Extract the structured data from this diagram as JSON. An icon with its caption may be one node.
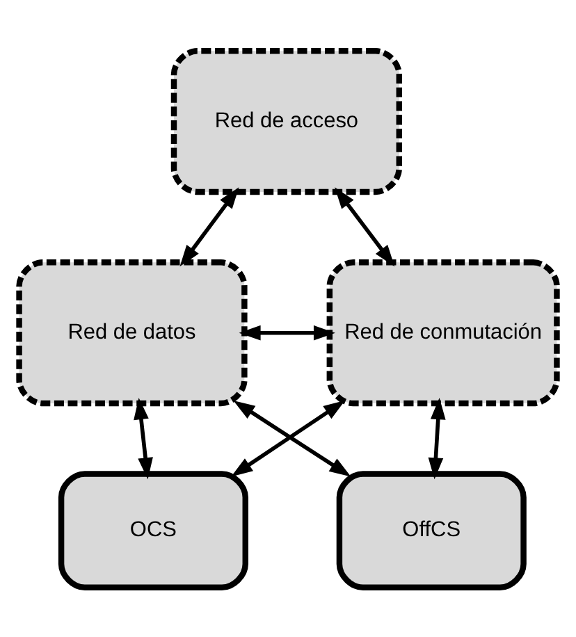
{
  "diagram": {
    "nodes": [
      {
        "text": [
          "Red de acceso"
        ]
      },
      {
        "text": [
          "Red de datos"
        ]
      },
      {
        "text": [
          "Red de conmutación"
        ]
      },
      {
        "text": [
          "OCS"
        ]
      },
      {
        "text": [
          "OffCS"
        ]
      }
    ],
    "edges": [
      {
        "from": 0,
        "to": 1,
        "arrow": "both"
      },
      {
        "from": 0,
        "to": 2,
        "arrow": "both"
      },
      {
        "from": 1,
        "to": 2,
        "arrow": "both"
      },
      {
        "from": 1,
        "to": 3,
        "arrow": "both"
      },
      {
        "from": 1,
        "to": 4,
        "arrow": "both"
      },
      {
        "from": 2,
        "to": 3,
        "arrow": "both"
      },
      {
        "from": 2,
        "to": 4,
        "arrow": "both"
      }
    ]
  }
}
